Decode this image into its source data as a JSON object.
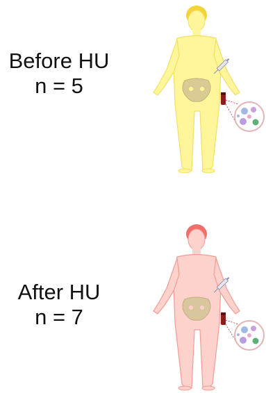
{
  "panels": [
    {
      "title": "Before HU",
      "count_label": "n = 5",
      "colors": {
        "skin": "#fff59a",
        "outline": "#f3df63",
        "hair": "#f4d43a"
      }
    },
    {
      "title": "After HU",
      "count_label": "n = 7",
      "colors": {
        "skin": "#fdd2cd",
        "outline": "#f29b92",
        "hair": "#ef6f6a"
      }
    }
  ],
  "icons": {
    "pelvis": "pelvis-bone-icon",
    "syringe": "syringe-icon",
    "tube": "blood-tube-icon",
    "cells": "cells-magnifier-icon"
  }
}
